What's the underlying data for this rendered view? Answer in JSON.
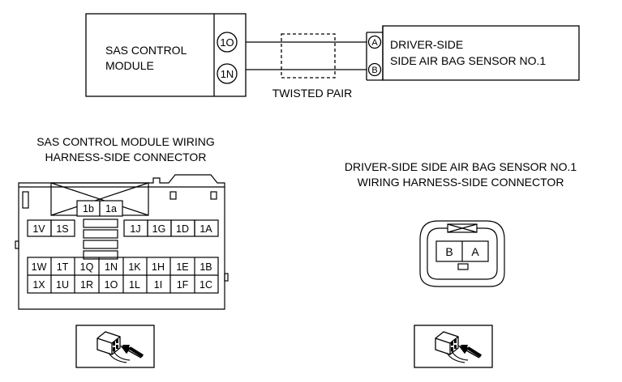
{
  "wiring": {
    "module_label_lines": [
      "SAS CONTROL",
      "MODULE"
    ],
    "module_pins": [
      "1O",
      "1N"
    ],
    "sensor_label_lines": [
      "DRIVER-SIDE",
      "SIDE AIR BAG SENSOR NO.1"
    ],
    "sensor_pins": [
      "A",
      "B"
    ],
    "twisted_pair_label": "TWISTED PAIR"
  },
  "left_connector": {
    "title_lines": [
      "SAS CONTROL MODULE WIRING",
      "HARNESS-SIDE CONNECTOR"
    ],
    "top_pins": [
      "1b",
      "1a"
    ],
    "row1": [
      "1V",
      "1S",
      "1J",
      "1G",
      "1D",
      "1A"
    ],
    "row2": [
      "1W",
      "1T",
      "1Q",
      "1N",
      "1K",
      "1H",
      "1E",
      "1B"
    ],
    "row3": [
      "1X",
      "1U",
      "1R",
      "1O",
      "1L",
      "1I",
      "1F",
      "1C"
    ]
  },
  "right_connector": {
    "title_lines": [
      "DRIVER-SIDE SIDE AIR BAG SENSOR NO.1",
      "WIRING HARNESS-SIDE CONNECTOR"
    ],
    "pins": [
      "B",
      "A"
    ]
  },
  "icons": {
    "view_indicator": "harness-side-view-icon"
  }
}
